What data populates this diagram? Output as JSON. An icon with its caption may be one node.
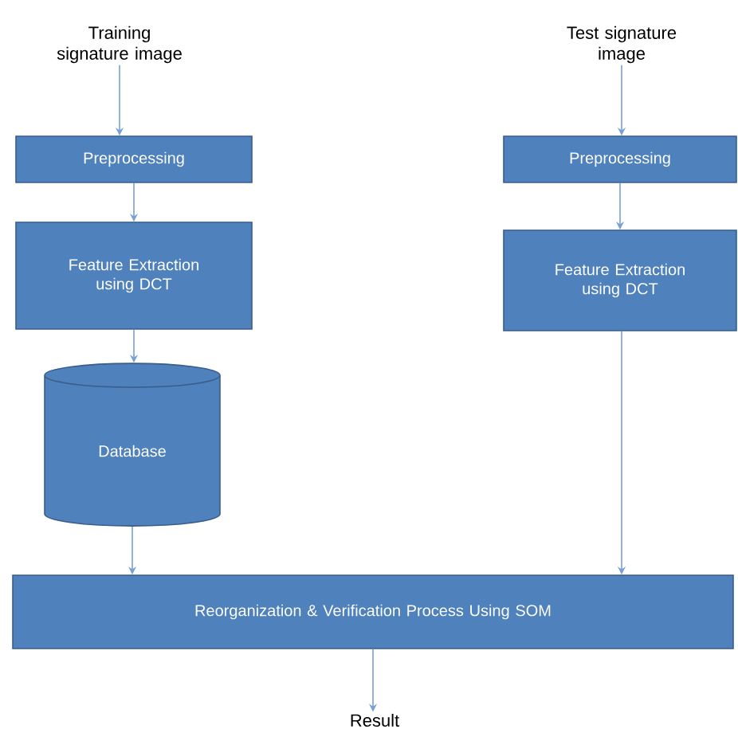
{
  "diagram": {
    "nodes": [
      {
        "text": [
          "Training signature image"
        ]
      },
      {
        "text": [
          "Preprocessing"
        ]
      },
      {
        "text": [
          "Feature Extraction using DCT"
        ]
      },
      {
        "text": [
          "Database"
        ]
      },
      {
        "text": [
          "Test signature image"
        ]
      },
      {
        "text": [
          "Preprocessing"
        ]
      },
      {
        "text": [
          "Feature Extraction using DCT"
        ]
      },
      {
        "text": [
          "Reorganization & Verification Process Using SOM"
        ]
      },
      {
        "text": [
          "Result"
        ]
      }
    ],
    "edges": [
      {
        "from": 0,
        "to": 1,
        "arrow": "to"
      },
      {
        "from": 1,
        "to": 2,
        "arrow": "to"
      },
      {
        "from": 2,
        "to": 3,
        "arrow": "to"
      },
      {
        "from": 3,
        "to": 7,
        "arrow": "to"
      },
      {
        "from": 4,
        "to": 5,
        "arrow": "to"
      },
      {
        "from": 5,
        "to": 6,
        "arrow": "to"
      },
      {
        "from": 6,
        "to": 7,
        "arrow": "to"
      },
      {
        "from": 7,
        "to": 8,
        "arrow": "to"
      }
    ]
  }
}
